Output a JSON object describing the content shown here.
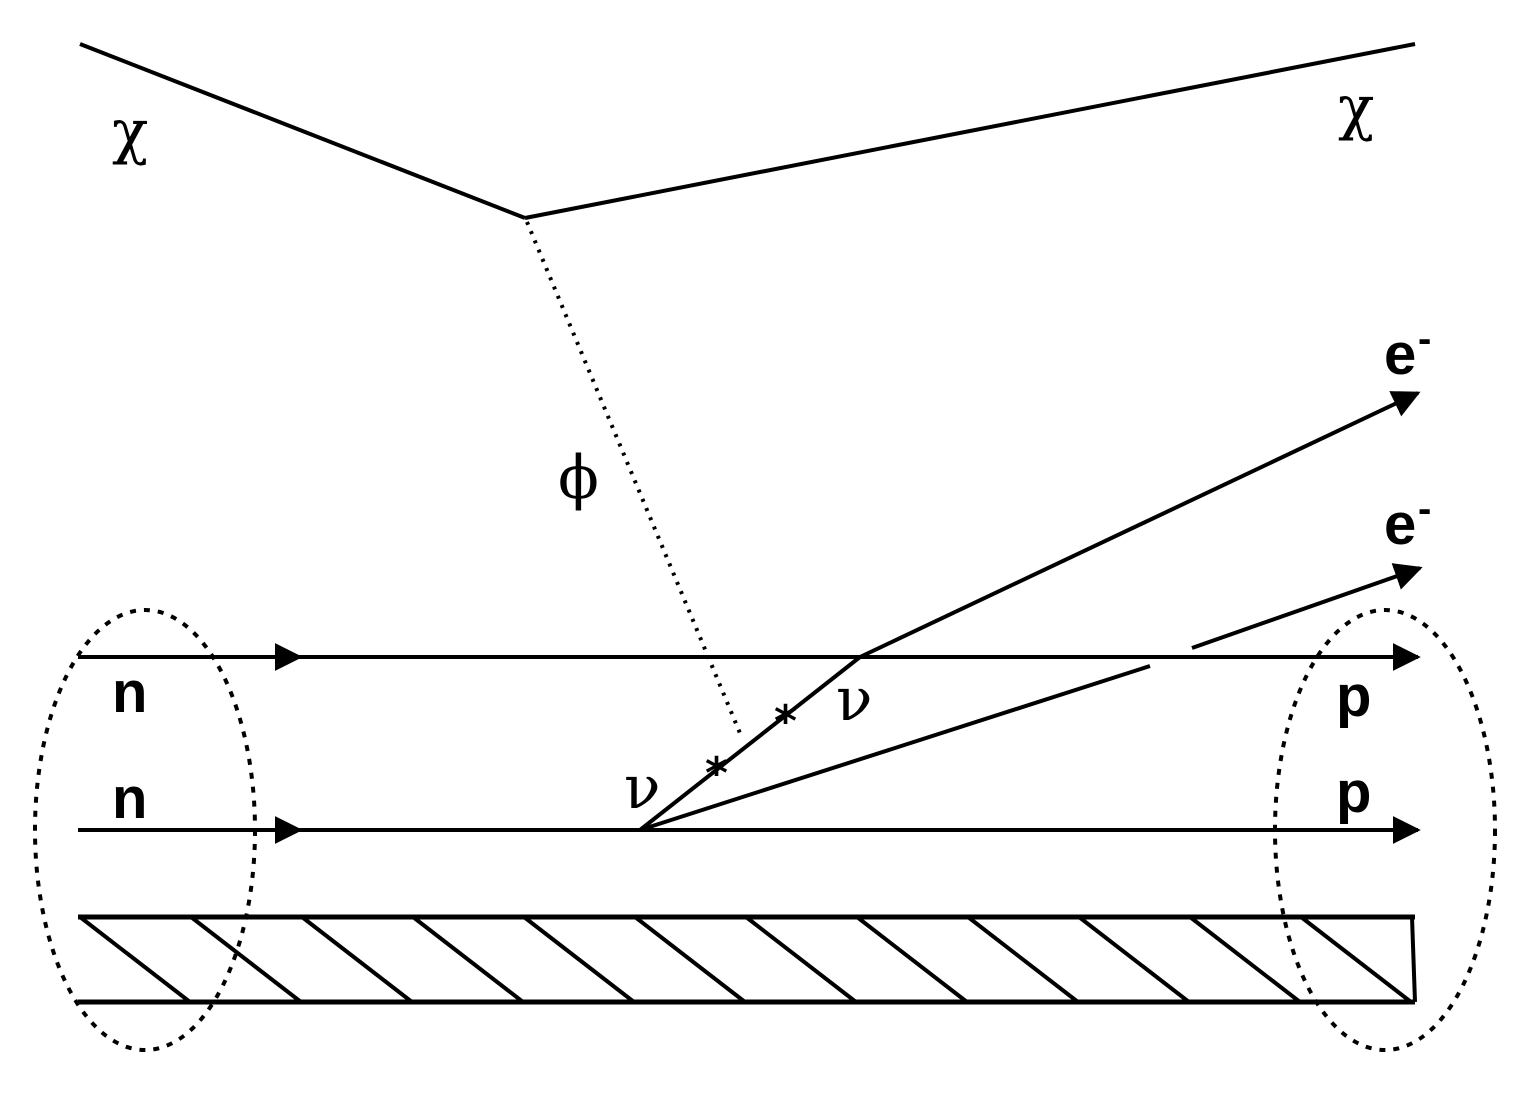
{
  "labels": {
    "chi_in": "χ",
    "chi_out": "χ",
    "phi": "ϕ",
    "nu_left": "ν",
    "nu_right": "ν",
    "n_top": "n",
    "n_bottom": "n",
    "p_top": "p",
    "p_bottom": "p",
    "electron_top": "e",
    "electron_bottom": "e",
    "electron_charge_top": "-",
    "electron_charge_bottom": "-",
    "star_mark_1": "*",
    "star_mark_2": "*"
  }
}
